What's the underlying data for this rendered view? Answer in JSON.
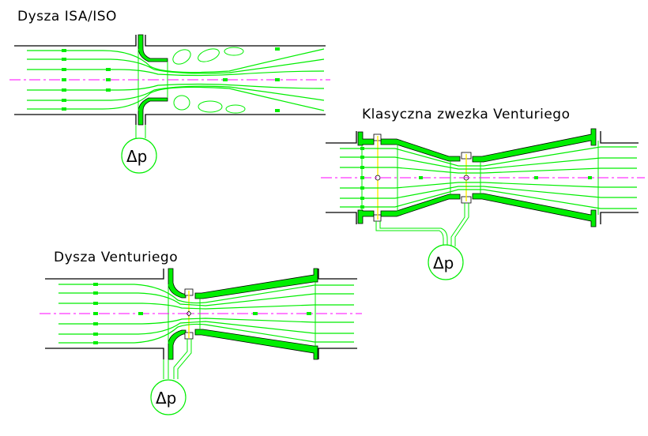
{
  "diagram": {
    "colors": {
      "flow": "#00ee00",
      "axis": "#ff00ff",
      "wall": "#000000",
      "tap": "#ffee00",
      "background": "#ffffff"
    },
    "panels": [
      {
        "id": "isa",
        "title": "Dysza ISA/ISO",
        "gauge_label": "Δp"
      },
      {
        "id": "classic",
        "title": "Klasyczna  zwezka  Venturiego",
        "gauge_label": "Δp"
      },
      {
        "id": "venturi-nozzle",
        "title": "Dysza  Venturiego",
        "gauge_label": "Δp"
      }
    ]
  }
}
